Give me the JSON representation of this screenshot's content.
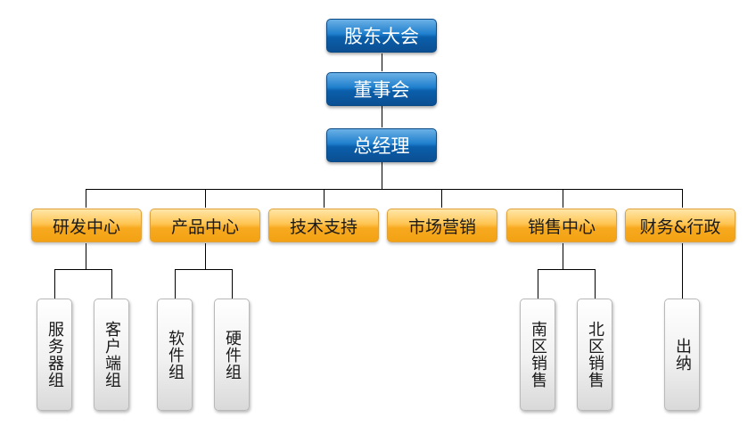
{
  "chart": {
    "top": [
      {
        "key": "shareholders",
        "label": "股东大会"
      },
      {
        "key": "board",
        "label": "董事会"
      },
      {
        "key": "gm",
        "label": "总经理"
      }
    ],
    "departments": [
      {
        "key": "rd",
        "label": "研发中心"
      },
      {
        "key": "product",
        "label": "产品中心"
      },
      {
        "key": "techsupport",
        "label": "技术支持"
      },
      {
        "key": "marketing",
        "label": "市场营销"
      },
      {
        "key": "sales",
        "label": "销售中心"
      },
      {
        "key": "finance",
        "label": "财务&行政"
      }
    ],
    "subunits": [
      {
        "key": "server",
        "parent": "rd",
        "label": "服务器组"
      },
      {
        "key": "client",
        "parent": "rd",
        "label": "客户端组"
      },
      {
        "key": "software",
        "parent": "product",
        "label": "软件组"
      },
      {
        "key": "hardware",
        "parent": "product",
        "label": "硬件组"
      },
      {
        "key": "south-sales",
        "parent": "sales",
        "label": "南区销售"
      },
      {
        "key": "north-sales",
        "parent": "sales",
        "label": "北区销售"
      },
      {
        "key": "cashier",
        "parent": "finance",
        "label": "出纳"
      }
    ]
  },
  "colors": {
    "connector": "#000000",
    "top_box": "#0a5fab",
    "department_box": "#f7a91f",
    "subunit_box": "#f1f1f1"
  }
}
